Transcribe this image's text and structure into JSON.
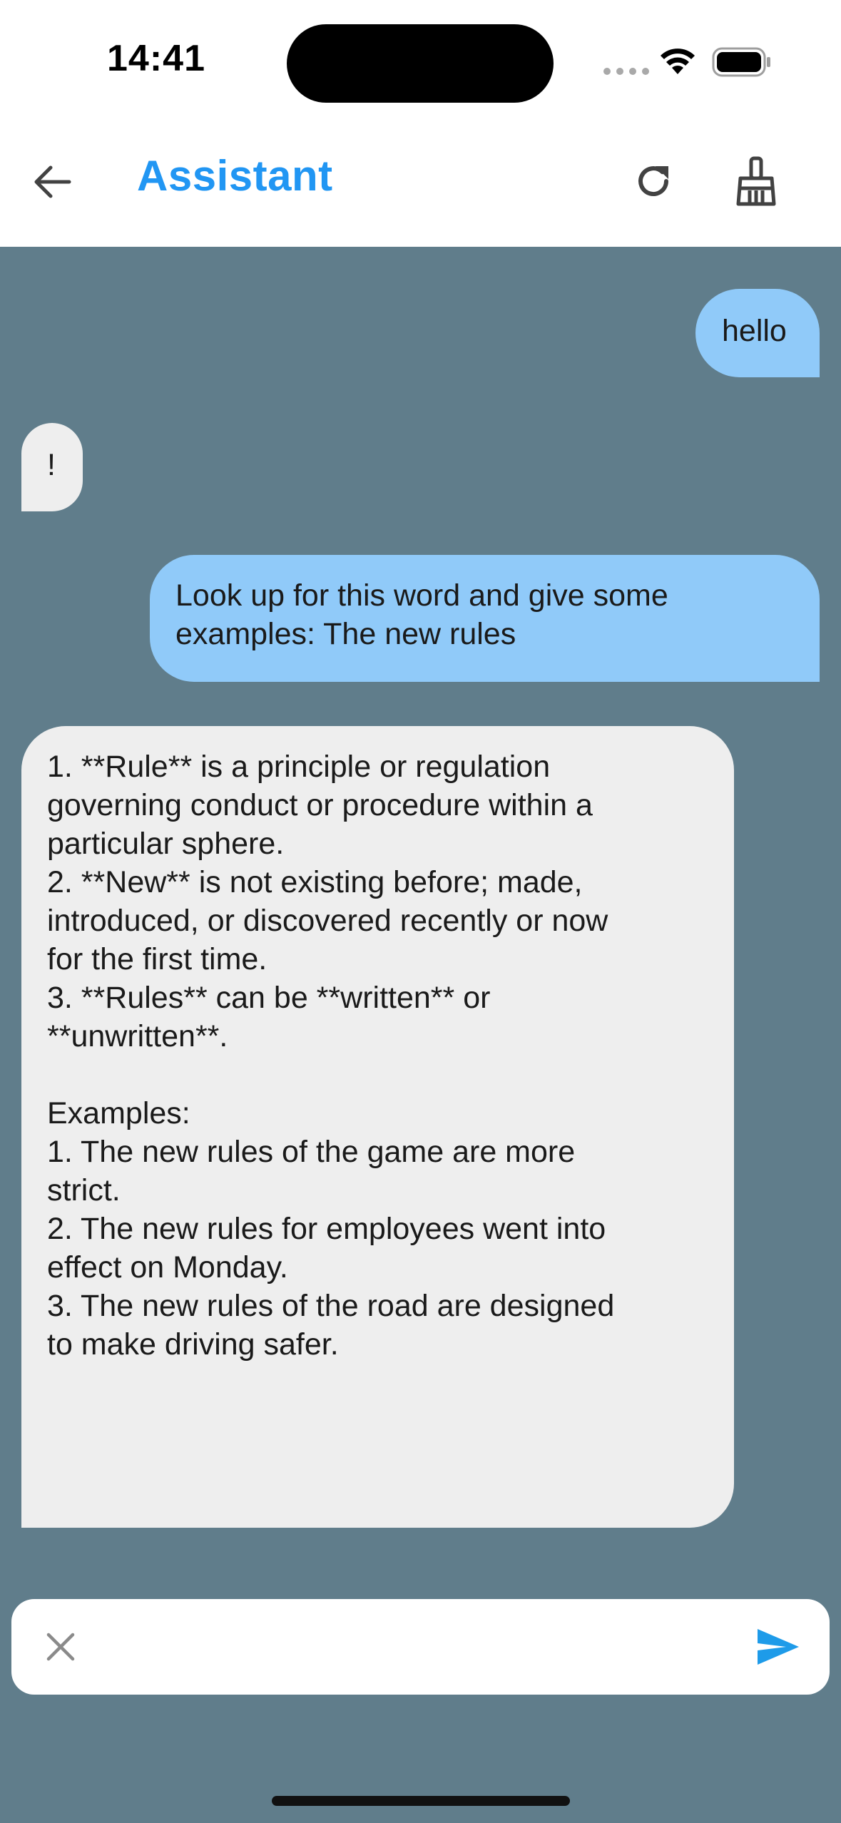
{
  "status_bar": {
    "time": "14:41"
  },
  "header": {
    "title": "Assistant",
    "back_icon": "arrow-left-icon",
    "refresh_icon": "refresh-icon",
    "clear_icon": "broom-icon"
  },
  "messages": [
    {
      "role": "user",
      "text": "hello"
    },
    {
      "role": "assistant",
      "text": "!"
    },
    {
      "role": "user",
      "text": "Look up for this word and give some\nexamples: The new rules"
    },
    {
      "role": "assistant",
      "text": "1. **Rule** is a principle or regulation\ngoverning conduct or procedure within a\nparticular sphere.\n2. **New** is not existing before; made,\nintroduced, or discovered recently or now\nfor the first time.\n3. **Rules** can be **written** or\n**unwritten**.\n\nExamples:\n1. The new rules of the game are more\nstrict.\n2. The new rules for employees went into\neffect on Monday.\n3. The new rules of the road are designed\nto make driving safer."
    }
  ],
  "input": {
    "value": "",
    "placeholder": "",
    "clear_icon": "close-icon",
    "send_icon": "send-icon"
  },
  "colors": {
    "accent": "#2196f3",
    "chat_background": "#607d8b",
    "user_bubble": "#90caf9",
    "assistant_bubble": "#eeeeee",
    "send_icon": "#1e9be9"
  }
}
